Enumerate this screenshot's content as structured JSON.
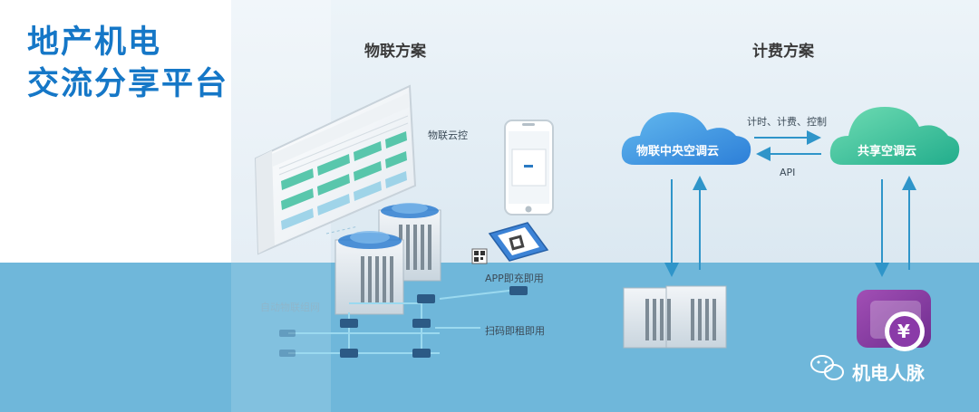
{
  "title": {
    "line1": "地产机电",
    "line2": "交流分享平台"
  },
  "sections": {
    "iot_scheme": "物联方案",
    "billing_scheme": "计费方案"
  },
  "labels": {
    "iot_cloud_control": "物联云控",
    "app_charge": "APP即充即用",
    "scan_rent": "扫码即租即用",
    "auto_iot_network": "自动物联组网",
    "timing_billing_control": "计时、计费、控制",
    "api": "API"
  },
  "clouds": {
    "iot_central_ac": "物联中央空调云",
    "shared_ac": "共享空调云"
  },
  "yuan_symbol": "¥",
  "watermark": "机电人脉",
  "colors": {
    "title_blue": "#1577c7",
    "cloud_blue": "#3f9ae0",
    "cloud_green": "#37c39c",
    "arrow": "#2f95c9"
  }
}
